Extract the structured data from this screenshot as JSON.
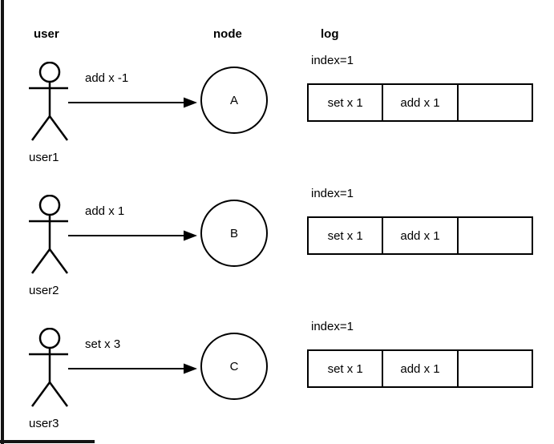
{
  "headers": {
    "user": "user",
    "node": "node",
    "log": "log"
  },
  "rows": [
    {
      "user_label": "user1",
      "message": "add x -1",
      "node": "A",
      "log": {
        "index_label": "index=1",
        "cells": [
          "set x 1",
          "add x 1",
          ""
        ]
      }
    },
    {
      "user_label": "user2",
      "message": "add x 1",
      "node": "B",
      "log": {
        "index_label": "index=1",
        "cells": [
          "set x 1",
          "add x 1",
          ""
        ]
      }
    },
    {
      "user_label": "user3",
      "message": "set x 3",
      "node": "C",
      "log": {
        "index_label": "index=1",
        "cells": [
          "set x 1",
          "add x 1",
          ""
        ]
      }
    }
  ]
}
